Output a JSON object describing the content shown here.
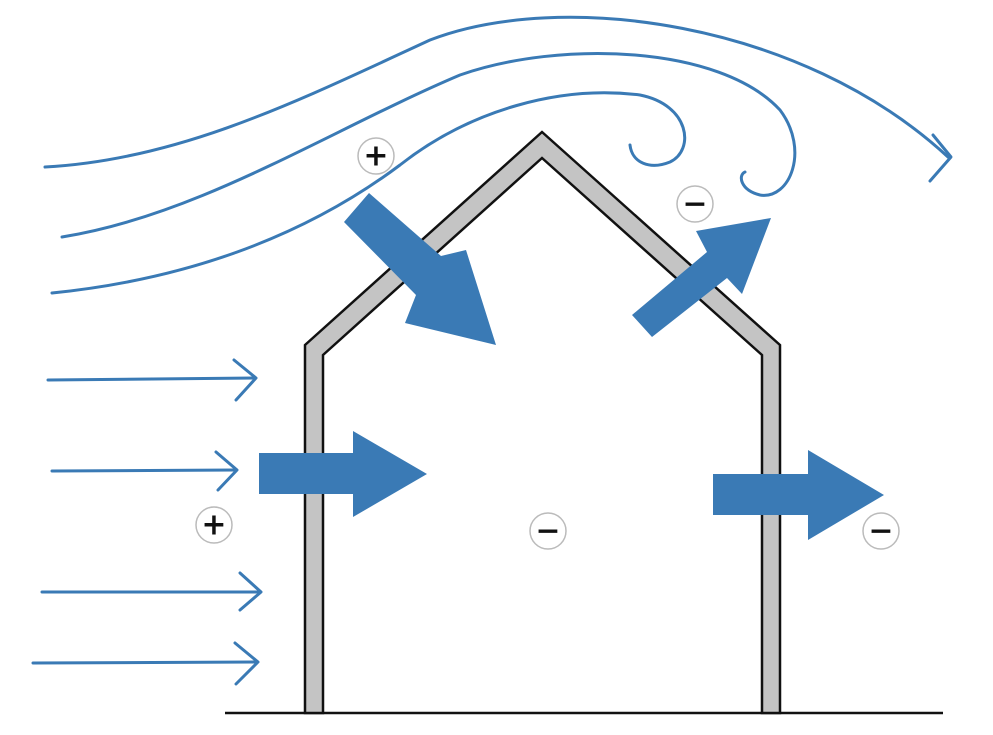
{
  "colors": {
    "wind": "#3a7ab5",
    "flow_arrow": "#3a7ab5",
    "wall_fill": "#c4c4c4",
    "wall_stroke": "#111111",
    "ground": "#111111"
  },
  "pressure_markers": [
    {
      "id": "roof-windward",
      "sign": "+"
    },
    {
      "id": "wall-windward",
      "sign": "+"
    },
    {
      "id": "roof-leeward",
      "sign": "−"
    },
    {
      "id": "interior",
      "sign": "−"
    },
    {
      "id": "wall-leeward",
      "sign": "−"
    }
  ],
  "flow_arrows": [
    {
      "id": "inflow-roof",
      "direction": "inward"
    },
    {
      "id": "inflow-wall",
      "direction": "inward"
    },
    {
      "id": "outflow-roof",
      "direction": "outward"
    },
    {
      "id": "outflow-wall",
      "direction": "outward"
    }
  ],
  "wind": {
    "straight_streamlines": 4,
    "curved_streamlines": 3,
    "roof_eddies": 2
  }
}
